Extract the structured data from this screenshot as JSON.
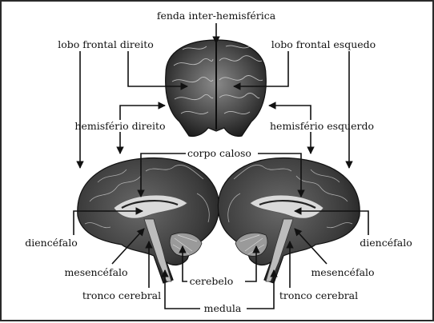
{
  "labels": {
    "fenda": "fenda inter-hemisférica",
    "lobo_direito": "lobo frontal direito",
    "lobo_esquerdo": "lobo frontal esquedo",
    "hemisferio_direito": "hemisfério direito",
    "hemisferio_esquerdo": "hemisfério esquerdo",
    "corpo_caloso": "corpo caloso",
    "diencefalo_left": "diencéfalo",
    "diencefalo_right": "diencéfalo",
    "mesencefalo_left": "mesencéfalo",
    "mesencefalo_right": "mesencéfalo",
    "cerebelo": "cerebelo",
    "tronco_left": "tronco cerebral",
    "tronco_right": "tronco cerebral",
    "medula": "medula"
  },
  "colors": {
    "brain_dark": "#2b2b2b",
    "brain_mid": "#6f6f6f",
    "brain_light": "#cfcfcf",
    "line": "#111111"
  }
}
